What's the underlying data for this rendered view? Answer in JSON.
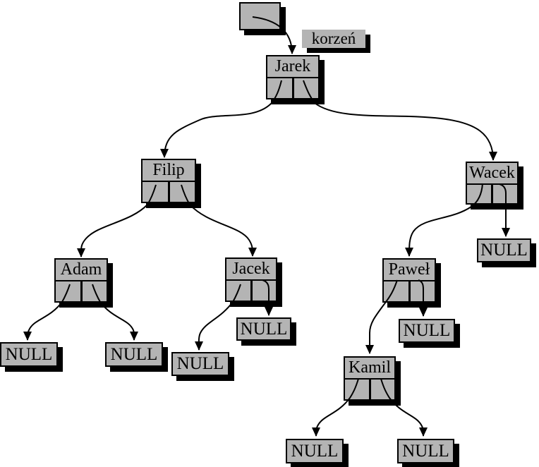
{
  "diagram_type": "binary-search-tree-linked-representation",
  "root_label": "korzeń",
  "null_label": "NULL",
  "colors": {
    "box_fill": "#b4b4b4",
    "line": "#000000",
    "shadow": "#000000",
    "background": "#ffffff"
  },
  "nodes": {
    "jarek": {
      "label": "Jarek"
    },
    "filip": {
      "label": "Filip"
    },
    "wacek": {
      "label": "Wacek"
    },
    "adam": {
      "label": "Adam"
    },
    "jacek": {
      "label": "Jacek"
    },
    "pawel": {
      "label": "Paweł"
    },
    "kamil": {
      "label": "Kamil"
    }
  },
  "edges": [
    {
      "from": "root-pointer",
      "to": "jarek"
    },
    {
      "from": "jarek.left",
      "to": "filip"
    },
    {
      "from": "jarek.right",
      "to": "wacek"
    },
    {
      "from": "filip.left",
      "to": "adam"
    },
    {
      "from": "filip.right",
      "to": "jacek"
    },
    {
      "from": "adam.left",
      "to": "NULL"
    },
    {
      "from": "adam.right",
      "to": "NULL"
    },
    {
      "from": "jacek.left",
      "to": "NULL"
    },
    {
      "from": "jacek.right",
      "to": "NULL"
    },
    {
      "from": "wacek.left",
      "to": "pawel"
    },
    {
      "from": "wacek.right",
      "to": "NULL"
    },
    {
      "from": "pawel.left",
      "to": "kamil"
    },
    {
      "from": "pawel.right",
      "to": "NULL"
    },
    {
      "from": "kamil.left",
      "to": "NULL"
    },
    {
      "from": "kamil.right",
      "to": "NULL"
    }
  ]
}
